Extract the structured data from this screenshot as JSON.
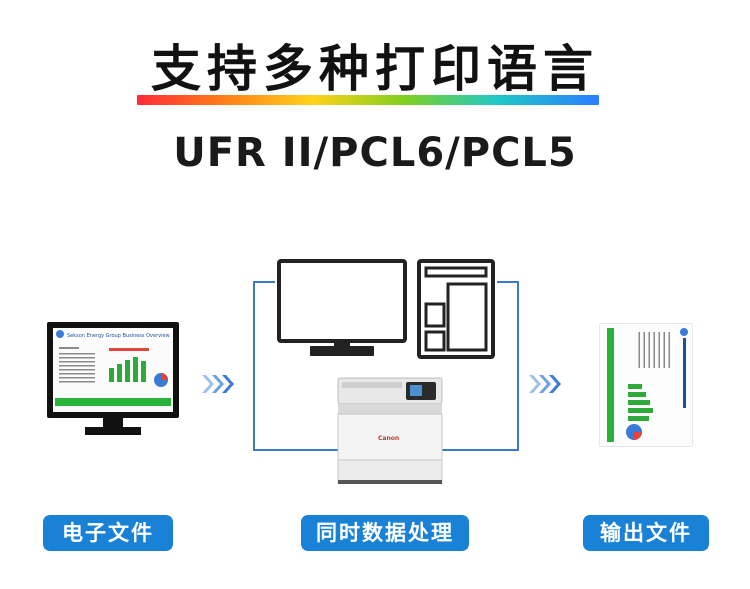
{
  "header": {
    "title": "支持多种打印语言",
    "subtitle": "UFR II/PCL6/PCL5"
  },
  "labels": {
    "left": "电子文件",
    "center": "同时数据处理",
    "right": "输出文件"
  },
  "document": {
    "header": "Sekson Energy Group Business Overview"
  },
  "printer": {
    "brand": "Canon"
  },
  "colors": {
    "accent_blue": "#1a82d6",
    "connector_blue": "#3b78c8",
    "arrow_blue": "#4a86cf"
  }
}
